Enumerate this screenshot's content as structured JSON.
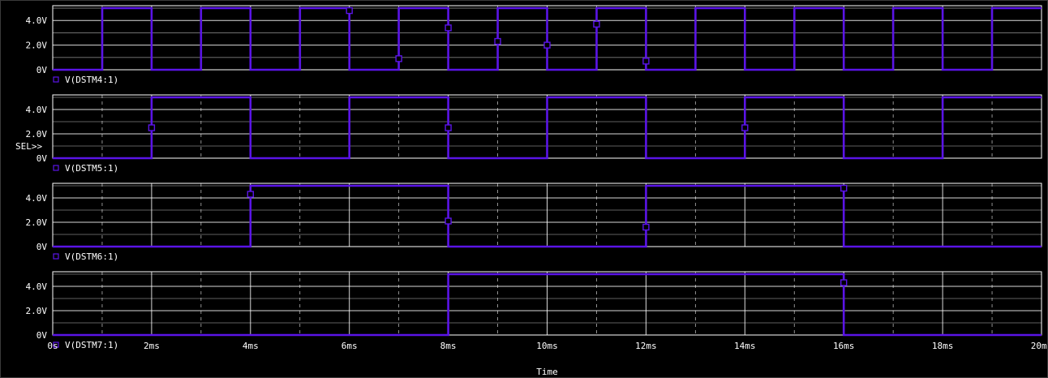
{
  "window": {
    "background": "#000000",
    "grid_color": "#ffffff",
    "trace_color": "#5a14e6",
    "text_color": "#ffffff"
  },
  "chart_data": [
    {
      "type": "line",
      "title": "",
      "series": [
        {
          "name": "V(DSTM4:1)",
          "x_ms": [
            0,
            1,
            1,
            2,
            2,
            3,
            3,
            4,
            4,
            5,
            5,
            6,
            6,
            7,
            7,
            8,
            8,
            9,
            9,
            10,
            10,
            11,
            11,
            12,
            12,
            13,
            13,
            14,
            14,
            15,
            15,
            16,
            16,
            17,
            17,
            18,
            18,
            19,
            19,
            20
          ],
          "y": [
            0,
            0,
            5,
            5,
            0,
            0,
            5,
            5,
            0,
            0,
            5,
            5,
            0,
            0,
            5,
            5,
            0,
            0,
            5,
            5,
            0,
            0,
            5,
            5,
            0,
            0,
            5,
            5,
            0,
            0,
            5,
            5,
            0,
            0,
            5,
            5,
            0,
            0,
            5,
            5
          ],
          "markers_ms": [
            6,
            7,
            8,
            9,
            10,
            11,
            12
          ],
          "marker_v": [
            4.8,
            0.9,
            3.4,
            2.3,
            2.0,
            3.7,
            0.7
          ]
        }
      ],
      "yticks": [
        "0V",
        "2.0V",
        "4.0V"
      ],
      "ylim": [
        0,
        5.2
      ],
      "grid": true,
      "sel_marker": false
    },
    {
      "type": "line",
      "title": "",
      "series": [
        {
          "name": "V(DSTM5:1)",
          "x_ms": [
            0,
            2,
            2,
            4,
            4,
            6,
            6,
            8,
            8,
            10,
            10,
            12,
            12,
            14,
            14,
            16,
            16,
            18,
            18,
            20
          ],
          "y": [
            0,
            0,
            5,
            5,
            0,
            0,
            5,
            5,
            0,
            0,
            5,
            5,
            0,
            0,
            5,
            5,
            0,
            0,
            5,
            5
          ],
          "markers_ms": [
            2,
            8,
            14
          ],
          "marker_v": [
            2.5,
            2.5,
            2.5
          ]
        }
      ],
      "yticks": [
        "0V",
        "2.0V",
        "4.0V"
      ],
      "ylim": [
        0,
        5.2
      ],
      "grid": true,
      "sel_marker": true,
      "sel_label": "SEL>>"
    },
    {
      "type": "line",
      "title": "",
      "series": [
        {
          "name": "V(DSTM6:1)",
          "x_ms": [
            0,
            4,
            4,
            8,
            8,
            12,
            12,
            16,
            16,
            20
          ],
          "y": [
            0,
            0,
            5,
            5,
            0,
            0,
            5,
            5,
            0,
            0
          ],
          "markers_ms": [
            4,
            8,
            12,
            16
          ],
          "marker_v": [
            4.3,
            2.1,
            1.6,
            4.8
          ]
        }
      ],
      "yticks": [
        "0V",
        "2.0V",
        "4.0V"
      ],
      "ylim": [
        0,
        5.2
      ],
      "grid": true,
      "sel_marker": false
    },
    {
      "type": "line",
      "title": "",
      "series": [
        {
          "name": "V(DSTM7:1)",
          "x_ms": [
            0,
            8,
            8,
            16,
            16,
            20
          ],
          "y": [
            0,
            0,
            5,
            5,
            0,
            0
          ],
          "markers_ms": [
            16
          ],
          "marker_v": [
            4.3
          ]
        }
      ],
      "yticks": [
        "0V",
        "2.0V",
        "4.0V"
      ],
      "ylim": [
        0,
        5.2
      ],
      "grid": true,
      "sel_marker": false
    }
  ],
  "x_axis": {
    "label": "Time",
    "ticks": [
      "0s",
      "2ms",
      "4ms",
      "6ms",
      "8ms",
      "10ms",
      "12ms",
      "14ms",
      "16ms",
      "18ms",
      "20ms"
    ],
    "xlim_ms": [
      0,
      20
    ]
  }
}
